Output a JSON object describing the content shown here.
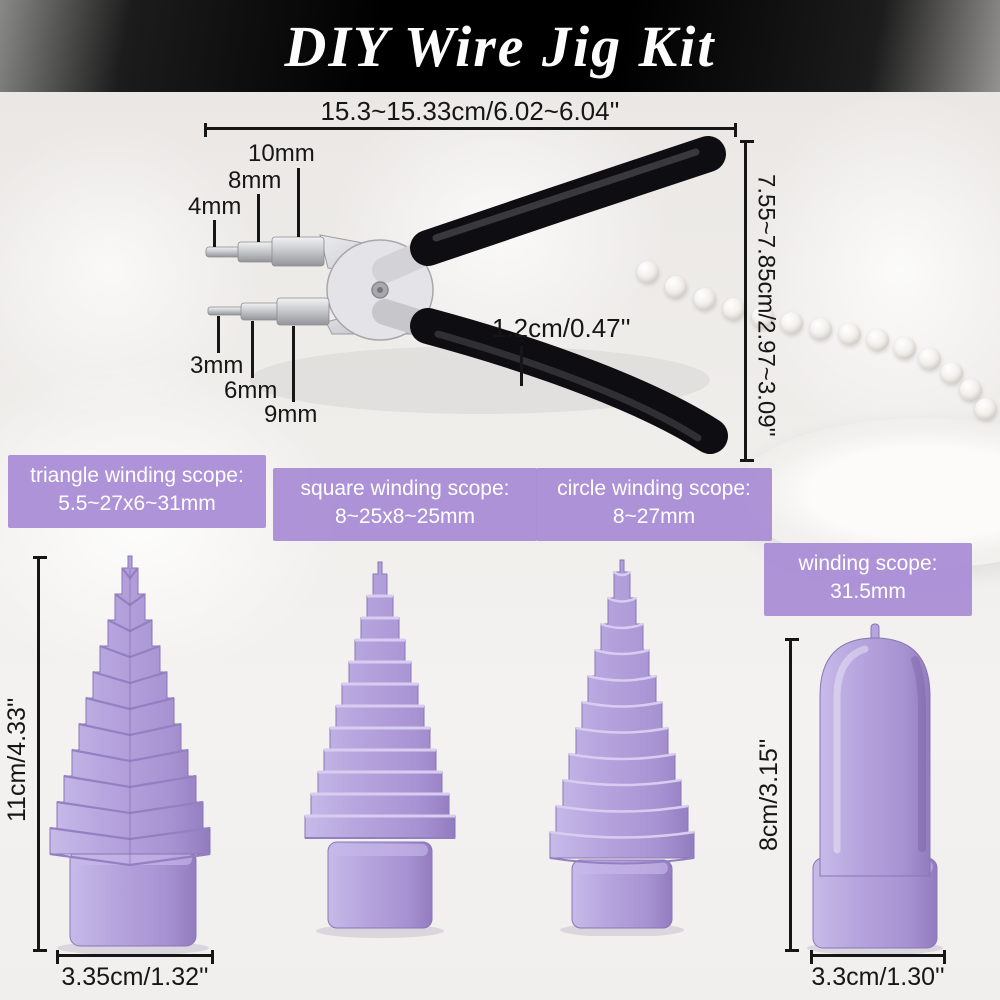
{
  "title": "DIY Wire Jig Kit",
  "pliers": {
    "width_label": "15.3~15.33cm/6.02~6.04''",
    "height_label": "7.55~7.85cm/2.97~3.09''",
    "joint_label": "1.2cm/0.47''",
    "top_steps": [
      "10mm",
      "8mm",
      "4mm"
    ],
    "bottom_steps": [
      "3mm",
      "6mm",
      "9mm"
    ]
  },
  "scopes": {
    "triangle": {
      "label": "triangle winding scope:",
      "value": "5.5~27x6~31mm"
    },
    "square": {
      "label": "square winding scope:",
      "value": "8~25x8~25mm"
    },
    "circle": {
      "label": "circle winding scope:",
      "value": "8~27mm"
    },
    "dome": {
      "label": "winding scope:",
      "value": "31.5mm"
    }
  },
  "dimensions": {
    "triangle_height": "11cm/4.33''",
    "triangle_base": "3.35cm/1.32''",
    "dome_height": "8cm/3.15''",
    "dome_base": "3.3cm/1.30''"
  },
  "colors": {
    "jig_purple": "#b3a1d8",
    "label_bg": "#ab90d6",
    "handle_black": "#0e0e12",
    "dimension_text": "#161616"
  }
}
